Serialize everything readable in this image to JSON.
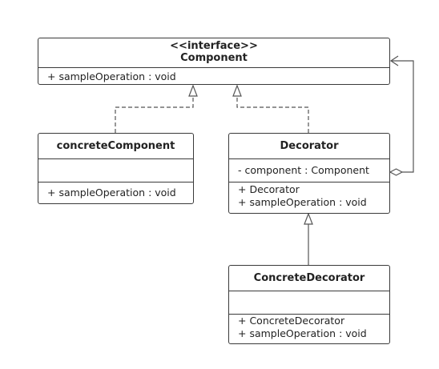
{
  "component": {
    "stereotype": "<<interface>>",
    "name": "Component",
    "operations": [
      "+ sampleOperation : void"
    ]
  },
  "concrete_component": {
    "name": "concreteComponent",
    "operations": [
      "+ sampleOperation : void"
    ]
  },
  "decorator": {
    "name": "Decorator",
    "attributes": [
      "- component : Component"
    ],
    "operations": [
      "+ Decorator",
      "+ sampleOperation : void"
    ]
  },
  "concrete_decorator": {
    "name": "ConcreteDecorator",
    "operations": [
      "+ ConcreteDecorator",
      "+ sampleOperation : void"
    ]
  }
}
